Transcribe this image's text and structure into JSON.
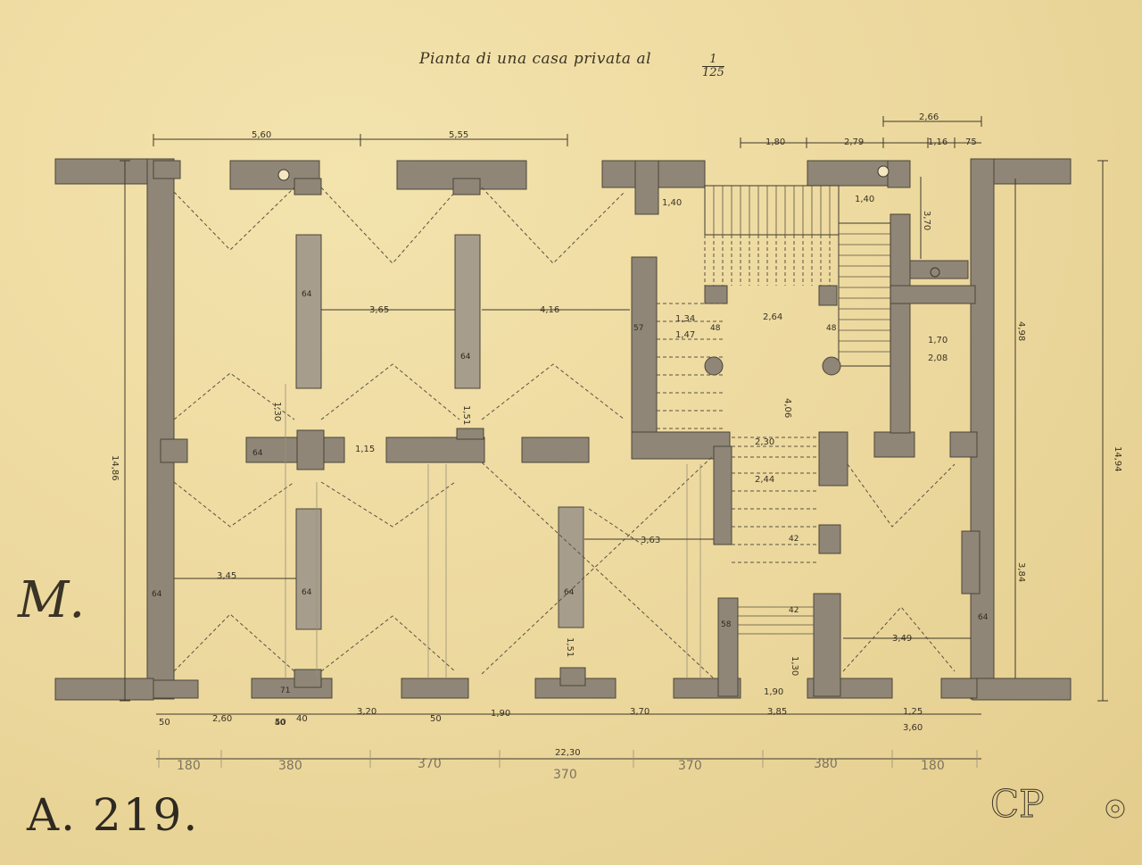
{
  "title": "Pianta di una casa privata al",
  "scale": {
    "numerator": "1",
    "denominator": "125"
  },
  "sheet_code": "A. 219.",
  "monogram": "M.",
  "top_dimensions": [
    "5,60",
    "5,55",
    "1,80",
    "2,79",
    "2,66",
    "1,16",
    "75"
  ],
  "interior_dimensions": [
    "3,65",
    "4,16",
    "1,15",
    "3,45",
    "3,63",
    "3,49",
    "2,64",
    "1,34",
    "1,47",
    "1,40",
    "1,40",
    "1,70",
    "2,08",
    "2,30",
    "2,44",
    "4,06",
    "1,30",
    "1,30",
    "1,51",
    "1,51"
  ],
  "wall_thickness_labels": [
    "64",
    "48",
    "57",
    "42",
    "40",
    "71",
    "58"
  ],
  "bottom_dimensions": [
    "50",
    "2,60",
    "50",
    "40",
    "3,20",
    "50",
    "1,90",
    "3,70",
    "3,85",
    "1,25",
    "3,60",
    "1,90"
  ],
  "pencil_dimensions": [
    "180",
    "380",
    "370",
    "22,30",
    "370",
    "370",
    "380",
    "180"
  ],
  "side_dimensions": {
    "left": "14,86",
    "right": "14,94",
    "right_inner_upper": "4,98",
    "right_inner_lower": "3,84",
    "right_top": "3,70"
  },
  "stamp_initials": "CP"
}
